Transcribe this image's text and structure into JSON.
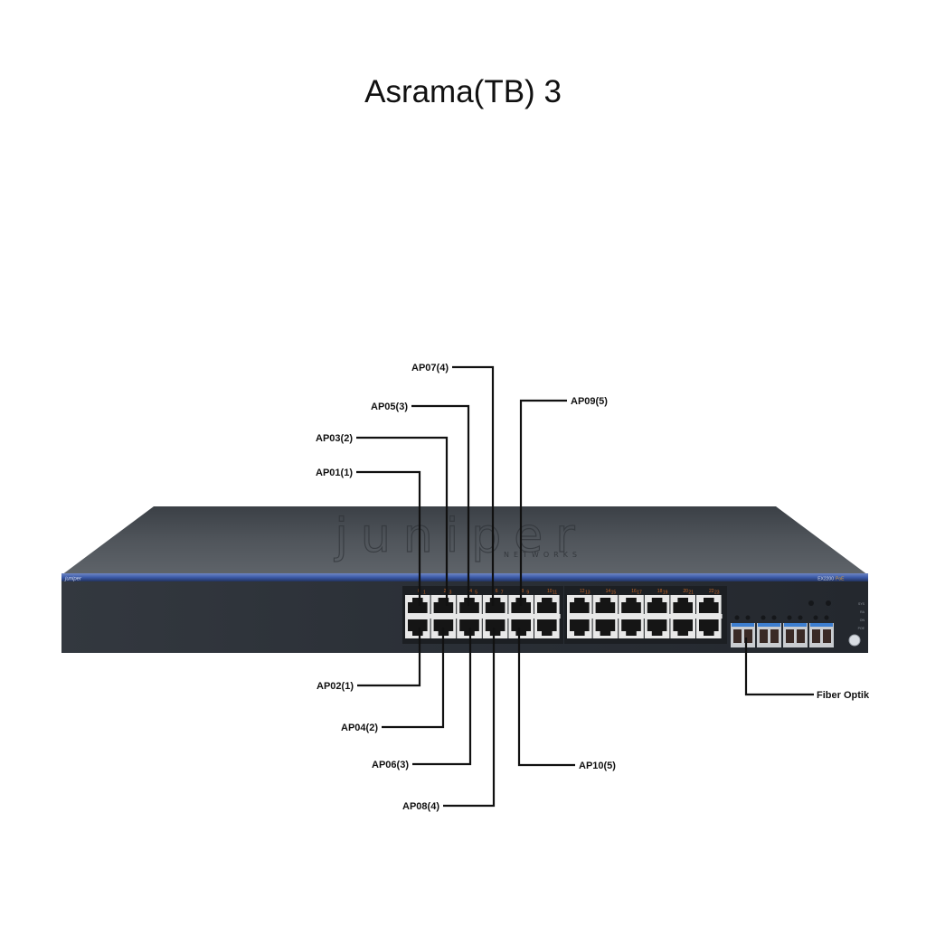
{
  "title": "Asrama(TB) 3",
  "device": {
    "brand_top": "juniper",
    "brand_sub": "NETWORKS",
    "brand_front": "juniper",
    "model": "EX2200",
    "model_suffix": "PoE",
    "port_numbers_top": [
      "0",
      "2",
      "4",
      "6",
      "8",
      "10",
      "12",
      "14",
      "16",
      "18",
      "20",
      "22"
    ],
    "port_numbers_alt": [
      "1",
      "3",
      "5",
      "7",
      "9",
      "11",
      "13",
      "15",
      "17",
      "19",
      "21",
      "23"
    ],
    "status_leds": [
      "SYS",
      "RA",
      "ON",
      "POE"
    ],
    "colors": {
      "chassis": "#2b3036",
      "chassis_top": "#4a4f55",
      "stripe": "#3c5aa8",
      "port_frame": "#e8e8e8",
      "port_hole": "#151515",
      "sfp_blue": "#3e7fd0",
      "led_orange": "#c9692a"
    }
  },
  "labels": {
    "top": [
      {
        "id": "ap01",
        "text": "AP01(1)"
      },
      {
        "id": "ap03",
        "text": "AP03(2)"
      },
      {
        "id": "ap05",
        "text": "AP05(3)"
      },
      {
        "id": "ap07",
        "text": "AP07(4)"
      },
      {
        "id": "ap09",
        "text": "AP09(5)"
      }
    ],
    "bottom": [
      {
        "id": "ap02",
        "text": "AP02(1)"
      },
      {
        "id": "ap04",
        "text": "AP04(2)"
      },
      {
        "id": "ap06",
        "text": "AP06(3)"
      },
      {
        "id": "ap08",
        "text": "AP08(4)"
      },
      {
        "id": "ap10",
        "text": "AP10(5)"
      }
    ],
    "fiber": "Fiber Optik"
  }
}
